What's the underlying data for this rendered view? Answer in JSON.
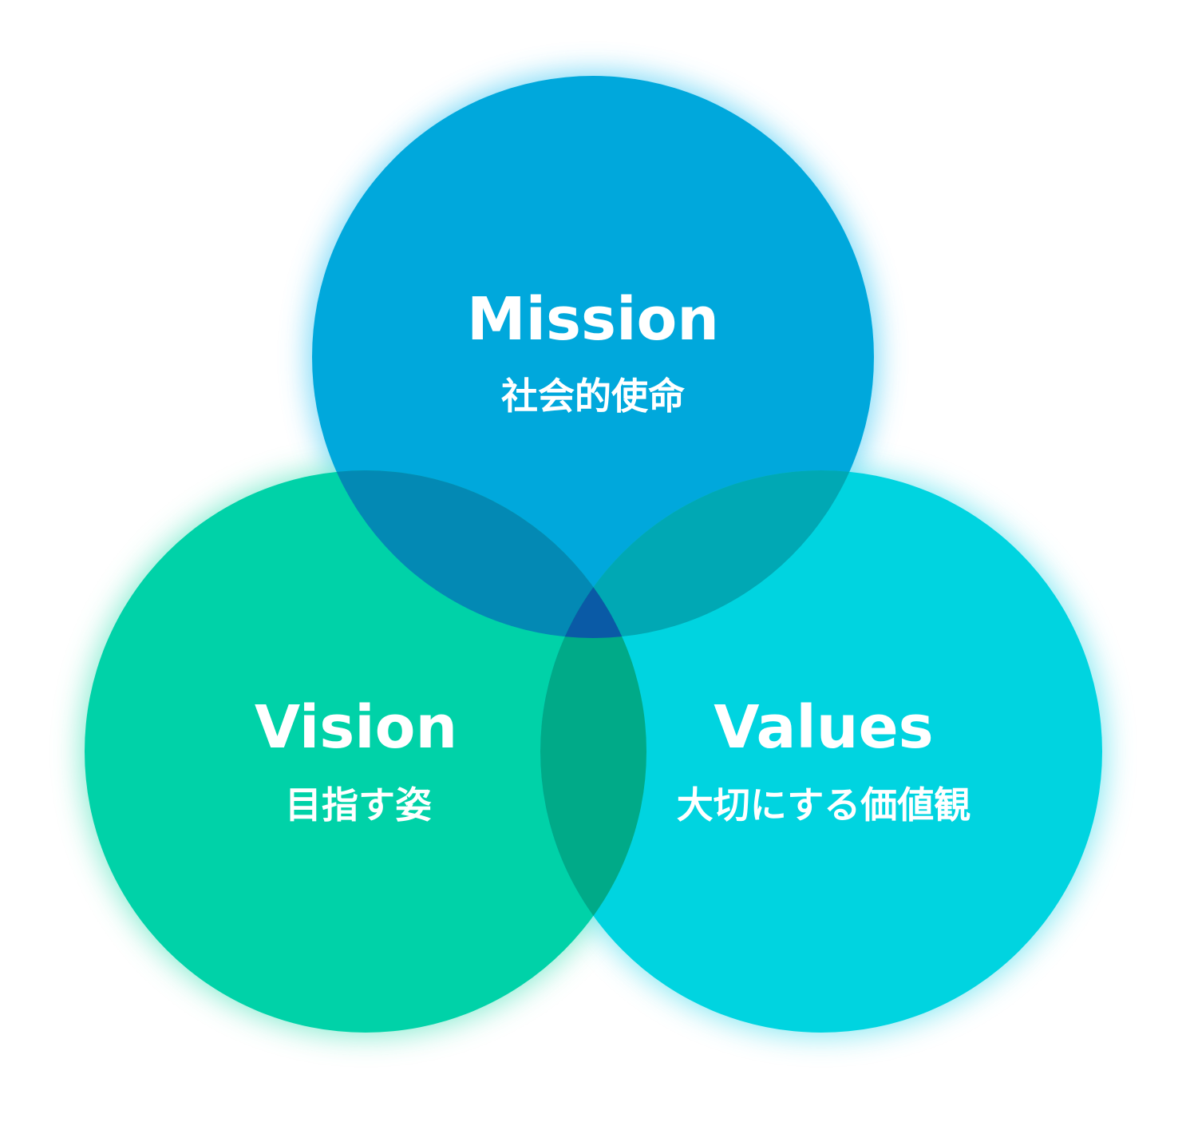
{
  "diagram": {
    "circles": [
      {
        "id": "mission",
        "title": "Mission",
        "subtitle": "社会的使命",
        "color": "#00a8dc",
        "glow": "#5fd0f5"
      },
      {
        "id": "vision",
        "title": "Vision",
        "subtitle": "目指す姿",
        "color": "#00d2a8",
        "glow": "#6fe8c8"
      },
      {
        "id": "values",
        "title": "Values",
        "subtitle": "大切にする価値観",
        "color": "#00d4e0",
        "glow": "#6fe4f0"
      }
    ],
    "overlap_colors": {
      "mission_vision": "#0389b4",
      "mission_values": "#00a8b4",
      "vision_values": "#00aa88",
      "center": "#0a5aa6"
    }
  }
}
